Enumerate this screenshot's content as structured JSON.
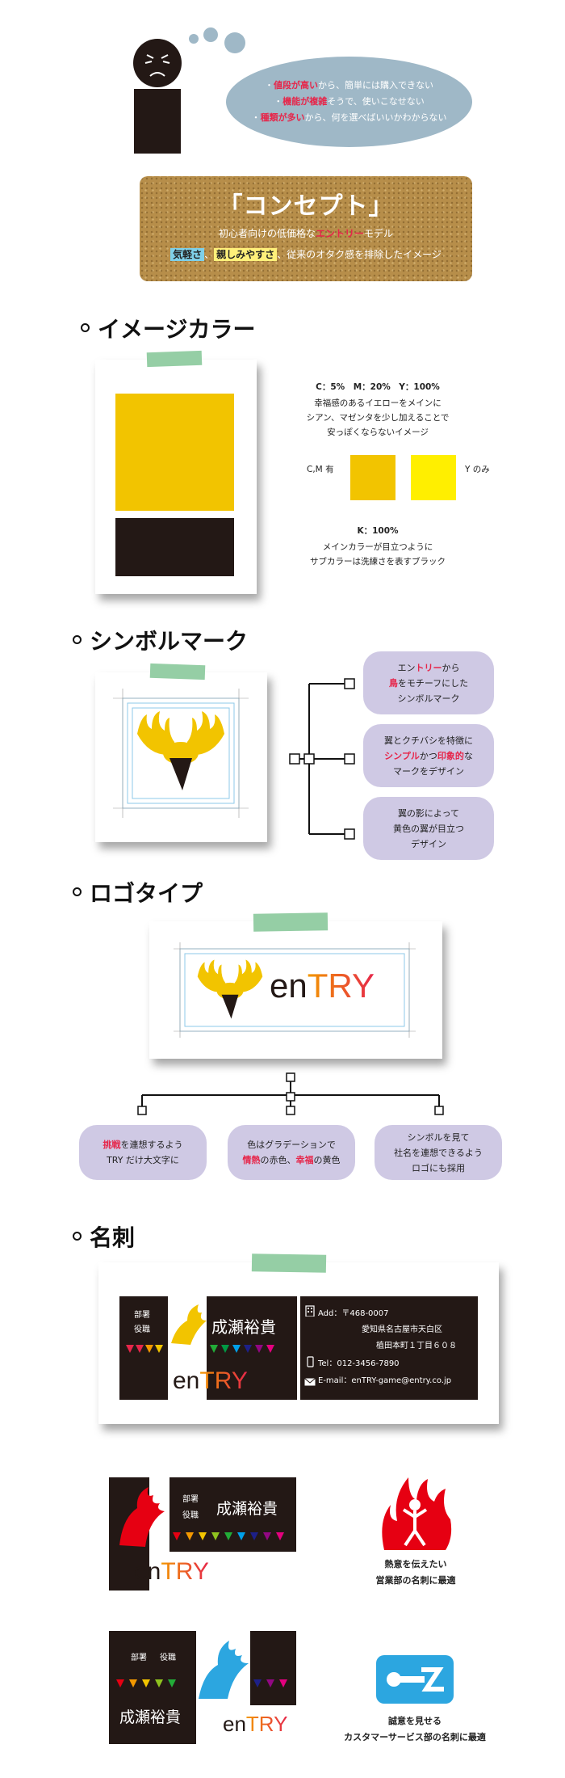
{
  "problem": {
    "lines": [
      {
        "highlight": "値段が高い",
        "rest": "から、簡単には購入できない"
      },
      {
        "highlight": "機能が複雑",
        "rest": "そうで、使いこなせない"
      },
      {
        "highlight": "種類が多い",
        "rest": "から、何を選べばいいかわからない"
      }
    ]
  },
  "concept": {
    "title": "「コンセプト」",
    "line1_pre": "初心者向けの低価格な",
    "line1_hl": "エントリー",
    "line1_post": "モデル",
    "line2_a": "気軽さ",
    "line2_sep": "、",
    "line2_b": "親しみやすさ",
    "line2_post": "、従来のオタク感を排除したイメージ"
  },
  "image_color": {
    "heading": "イメージカラー",
    "cmyk": "C：5%　M：20%　Y：100%",
    "desc1": [
      "幸福感のあるイエローをメインに",
      "シアン、マゼンタを少し加えることで",
      "安っぽくならないイメージ"
    ],
    "label_cm": "C,M 有",
    "label_y": "Y のみ",
    "k_value": "K：100%",
    "desc2": [
      "メインカラーが目立つように",
      "サブカラーは洗練さを表すブラック"
    ],
    "colors": {
      "main_yellow": "#f2c400",
      "pure_yellow": "#ffef00",
      "black": "#231815"
    }
  },
  "symbol": {
    "heading": "シンボルマーク",
    "p1": {
      "pre": "エン",
      "hl": "トリー",
      "post": "から",
      "l2_hl": "鳥",
      "l2_post": "をモチーフにした",
      "l3": "シンボルマーク"
    },
    "p2": {
      "l1": "翼とクチバシを特徴に",
      "l2_hl": "シンプル",
      "l2_mid": "かつ",
      "l2_hl2": "印象的",
      "l2_post": "な",
      "l3": "マークをデザイン"
    },
    "p3": {
      "l1": "翼の影によって",
      "l2": "黄色の翼が目立つ",
      "l3": "デザイン"
    }
  },
  "logotype": {
    "heading": "ロゴタイプ",
    "logo_en": "en",
    "logo_try": "TRY",
    "c1": {
      "hl": "挑戦",
      "post": "を連想するよう",
      "l2": "TRY だけ大文字に"
    },
    "c2": {
      "l1": "色はグラデーションで",
      "hl1": "情熱",
      "mid": "の赤色、",
      "hl2": "幸福",
      "post": "の黄色"
    },
    "c3": {
      "l1": "シンボルを見て",
      "l2": "社名を連想できるよう",
      "l3": "ロゴにも採用"
    }
  },
  "meishi": {
    "heading": "名刺",
    "dept": "部署",
    "role": "役職",
    "name": "成瀬裕貴",
    "add_label": "Add：〒468-0007",
    "addr1": "愛知県名古屋市天白区",
    "addr2": "植田本町１丁目６０８",
    "tel": "Tel：012-3456-7890",
    "email": "E-mail：enTRY-game@entry.co.jp",
    "logo_en": "en",
    "logo_try": "TRY"
  },
  "variant_red": {
    "dept": "部署",
    "role": "役職",
    "name": "成瀬裕貴",
    "caption1": "熱意を伝えたい",
    "caption2": "営業部の名刺に最適"
  },
  "variant_blue": {
    "dept": "部署",
    "role": "役職",
    "name": "成瀬裕貴",
    "caption1": "誠意を見せる",
    "caption2": "カスタマーサービス部の名刺に最適"
  }
}
